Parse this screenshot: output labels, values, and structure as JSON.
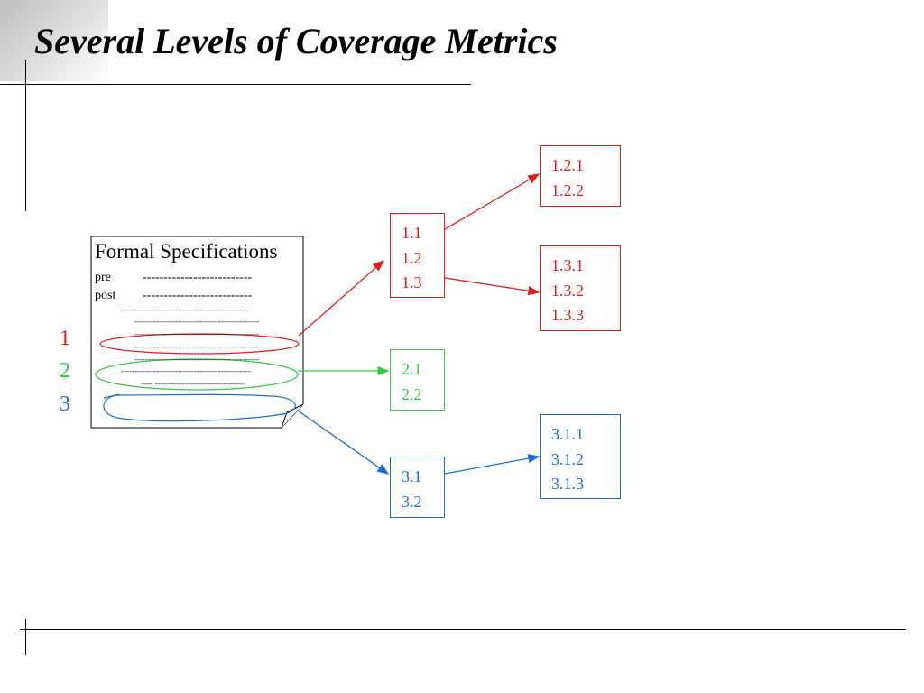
{
  "slide": {
    "title": "Several Levels of Coverage Metrics"
  },
  "document": {
    "title": "Formal Specifications",
    "lines": [
      {
        "label": "pre",
        "dashes": "--------------------------"
      },
      {
        "label": "post",
        "dashes": "--------------------------"
      }
    ],
    "filler": [
      "------------------------------------------------",
      "----------------------------------------------",
      "----------------------------------------------",
      "----------------------------------------------",
      "----------------------------------------------",
      "------------------------------------------------",
      "---- ---------------------------------"
    ]
  },
  "levels": [
    {
      "number": "1",
      "color": "#e51c1c"
    },
    {
      "number": "2",
      "color": "#2ecc40"
    },
    {
      "number": "3",
      "color": "#1a6fd6"
    }
  ],
  "nodes": {
    "n1": [
      "1.1",
      "1.2",
      "1.3"
    ],
    "n12": [
      "1.2.1",
      "1.2.2"
    ],
    "n13": [
      "1.3.1",
      "1.3.2",
      "1.3.3"
    ],
    "n2": [
      "2.1",
      "2.2"
    ],
    "n3": [
      "3.1",
      "3.2"
    ],
    "n31": [
      "3.1.1",
      "3.1.2",
      "3.1.3"
    ]
  },
  "colors": {
    "red": "#e51c1c",
    "green": "#2ecc40",
    "blue": "#1a6fd6"
  }
}
